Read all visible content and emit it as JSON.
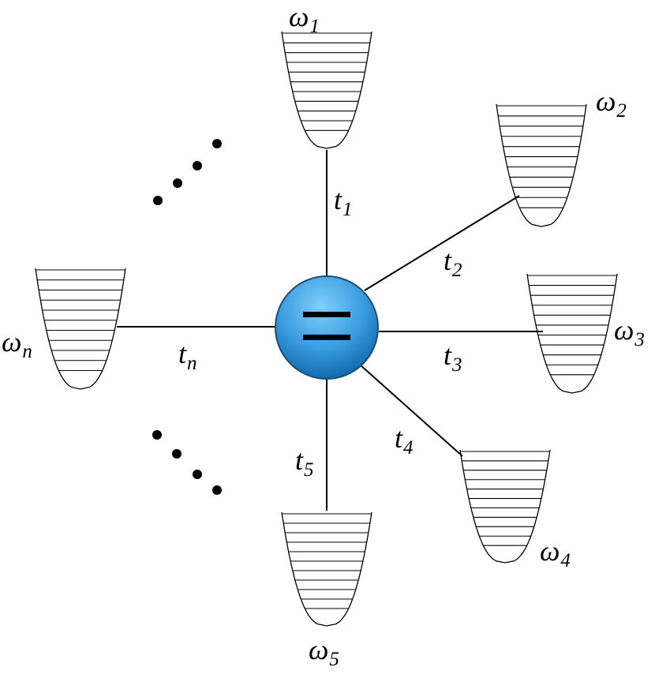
{
  "diagram": {
    "center_symbol": "=",
    "center_colors": {
      "fill_light": "#5bb7ef",
      "fill_dark": "#0a6fb0",
      "stroke": "#1a4f78"
    },
    "oscillators": [
      {
        "freq_symbol": "ω",
        "freq_index": "1",
        "coupling_symbol": "t",
        "coupling_index": "1"
      },
      {
        "freq_symbol": "ω",
        "freq_index": "2",
        "coupling_symbol": "t",
        "coupling_index": "2"
      },
      {
        "freq_symbol": "ω",
        "freq_index": "3",
        "coupling_symbol": "t",
        "coupling_index": "3"
      },
      {
        "freq_symbol": "ω",
        "freq_index": "4",
        "coupling_symbol": "t",
        "coupling_index": "4"
      },
      {
        "freq_symbol": "ω",
        "freq_index": "5",
        "coupling_symbol": "t",
        "coupling_index": "5"
      },
      {
        "freq_symbol": "ω",
        "freq_index": "n",
        "coupling_symbol": "t",
        "coupling_index": "n"
      }
    ],
    "ellipsis_count": 2
  }
}
